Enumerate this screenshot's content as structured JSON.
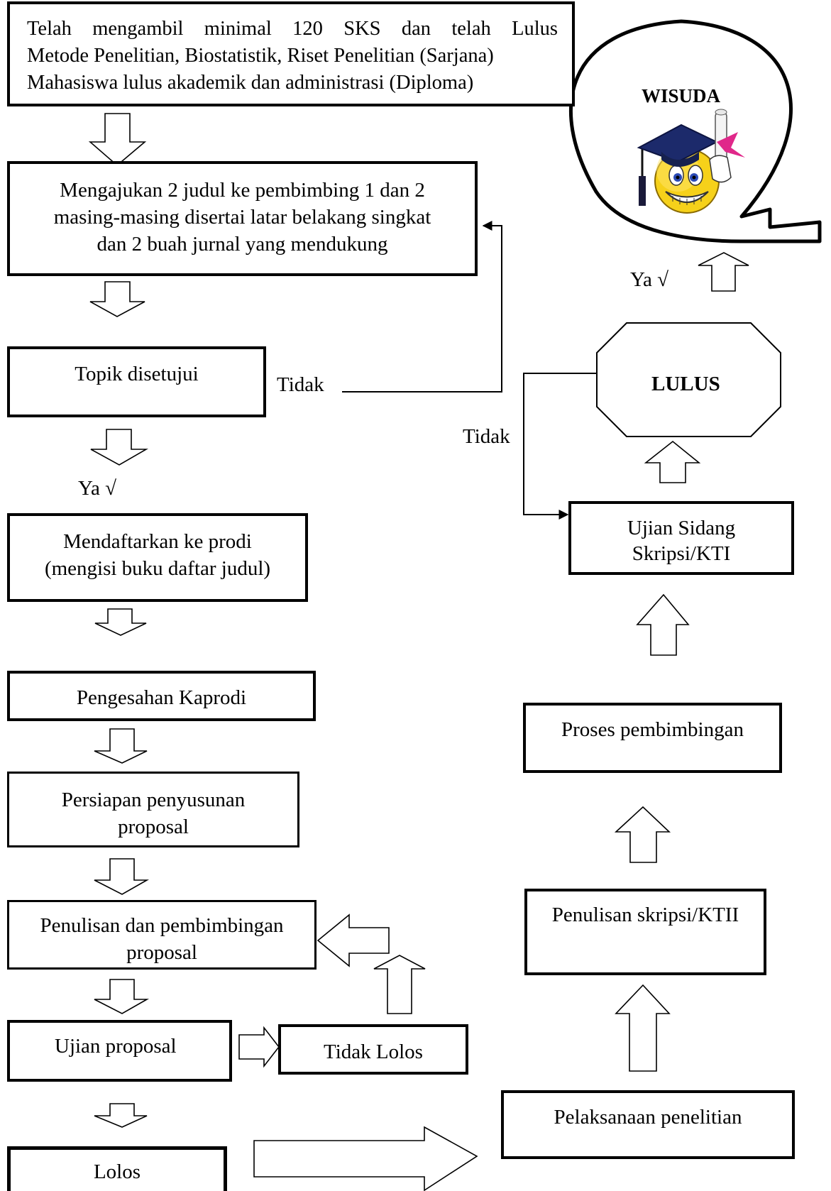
{
  "nodes": {
    "requirements": {
      "line1": "Telah mengambil minimal 120 SKS dan telah Lulus",
      "line2": "Metode Penelitian, Biostatistik, Riset Penelitian (Sarjana)",
      "line3": "Mahasiswa lulus akademik dan administrasi (Diploma)"
    },
    "submit_titles": {
      "line1": "Mengajukan 2 judul ke pembimbing 1 dan 2",
      "line2": "masing-masing disertai latar belakang singkat",
      "line3": "dan 2 buah jurnal yang mendukung"
    },
    "topic_approved": "Topik disetujui",
    "register": {
      "line1": "Mendaftarkan ke prodi",
      "line2": "(mengisi buku daftar judul)"
    },
    "kaprodi": "Pengesahan Kaprodi",
    "prep": {
      "line1": "Persiapan penyusunan",
      "line2": "proposal"
    },
    "writing_proposal": {
      "line1": "Penulisan dan pembimbingan",
      "line2": "proposal"
    },
    "proposal_exam": "Ujian proposal",
    "not_passed": "Tidak Lolos",
    "passed": "Lolos",
    "research": "Pelaksanaan penelitian",
    "writing_thesis": "Penulisan skripsi/KTII",
    "guidance": "Proses pembimbingan",
    "defense": {
      "line1": "Ujian Sidang",
      "line2": "Skripsi/KTI"
    },
    "graduate": "LULUS",
    "wisuda": "WISUDA"
  },
  "labels": {
    "topic_no": "Tidak",
    "topic_yes": "Ya √",
    "defense_no": "Tidak",
    "graduate_yes": "Ya √"
  }
}
